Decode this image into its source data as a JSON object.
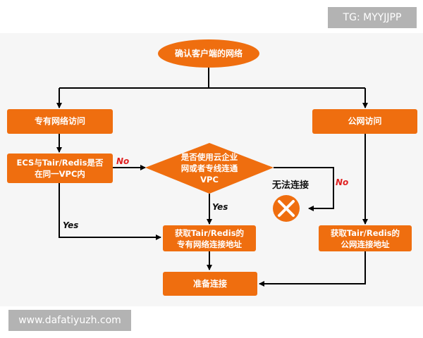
{
  "watermark_top": "TG: MYYJJPP",
  "watermark_bottom": "www.dafatiyuzh.com",
  "colors": {
    "box": "#ef6e0f",
    "no": "#e02020",
    "line": "#000000"
  },
  "flow": {
    "start": "确认客户端的网络",
    "private_access": "专有网络访问",
    "public_access": "公网访问",
    "same_vpc_q": {
      "line1": "ECS与Tair/Redis是否",
      "line2": "在同一VPC内"
    },
    "express_q": {
      "line1": "是否使用云企业",
      "line2": "网或者专线连通",
      "line3": "VPC"
    },
    "cannot_connect": "无法连接",
    "get_private_addr": {
      "line1": "获取Tair/Redis的",
      "line2": "专有网络连接地址"
    },
    "get_public_addr": {
      "line1": "获取Tair/Redis的",
      "line2": "公网连接地址"
    },
    "prepare": "准备连接",
    "no_label_1": "No",
    "no_label_2": "No",
    "yes_label_1": "Yes",
    "yes_label_2": "Yes"
  }
}
